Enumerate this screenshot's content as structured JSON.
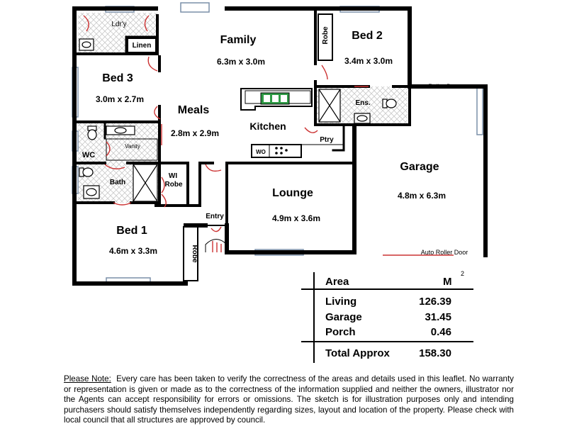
{
  "rooms": {
    "laundry": {
      "name": "Ldr'y"
    },
    "linen": {
      "name": "Linen"
    },
    "family": {
      "name": "Family",
      "dims": "6.3m x 3.0m"
    },
    "bed2": {
      "name": "Bed 2",
      "dims": "3.4m x 3.0m"
    },
    "robe_bed2": {
      "name": "Robe"
    },
    "bed3": {
      "name": "Bed 3",
      "dims": "3.0m x 2.7m"
    },
    "meals": {
      "name": "Meals",
      "dims": "2.8m x 2.9m"
    },
    "kitchen": {
      "name": "Kitchen"
    },
    "ensuite": {
      "name": "Ens."
    },
    "pantry": {
      "name": "Ptry"
    },
    "wall_oven": {
      "name": "WO"
    },
    "vanity": {
      "name": "Vanity"
    },
    "wc": {
      "name": "WC"
    },
    "bath": {
      "name": "Bath"
    },
    "wi_robe": {
      "name_line1": "WI",
      "name_line2": "Robe"
    },
    "garage": {
      "name": "Garage",
      "dims": "4.8m x 6.3m"
    },
    "lounge": {
      "name": "Lounge",
      "dims": "4.9m x 3.6m"
    },
    "entry": {
      "name": "Entry"
    },
    "bed1": {
      "name": "Bed 1",
      "dims": "4.6m x 3.3m"
    },
    "robe_bed1": {
      "name": "Robe"
    }
  },
  "labels": {
    "roller_door": "Roller Door",
    "auto_roller_door": "Auto Roller Door"
  },
  "area_table": {
    "header_label": "Area",
    "header_unit": "M",
    "header_unit_sup": "2",
    "rows": [
      {
        "label": "Living",
        "value": "126.39"
      },
      {
        "label": "Garage",
        "value": "31.45"
      },
      {
        "label": "Porch",
        "value": "0.46"
      }
    ],
    "total_label": "Total Approx",
    "total_value": "158.30"
  },
  "note": {
    "label": "Please Note:",
    "text": "Every care has been taken to verify the correctness of the areas and details used in this leaflet. No warranty or representation is given or made as to the correctness of the information supplied and neither the owners, illustrator nor the Agents can accept responsibility for errors or omissions. The sketch is for illustration purposes only and intending purchasers should satisfy themselves independently regarding sizes, layout and location of the property. Please check with local council that all structures are approved by council."
  },
  "colors": {
    "wall": "#000000",
    "door_arc": "#cc3333",
    "window": "#7a8fa8",
    "tile_pattern": "#c9c9c9",
    "cooktop_green": "#2e9b45"
  }
}
